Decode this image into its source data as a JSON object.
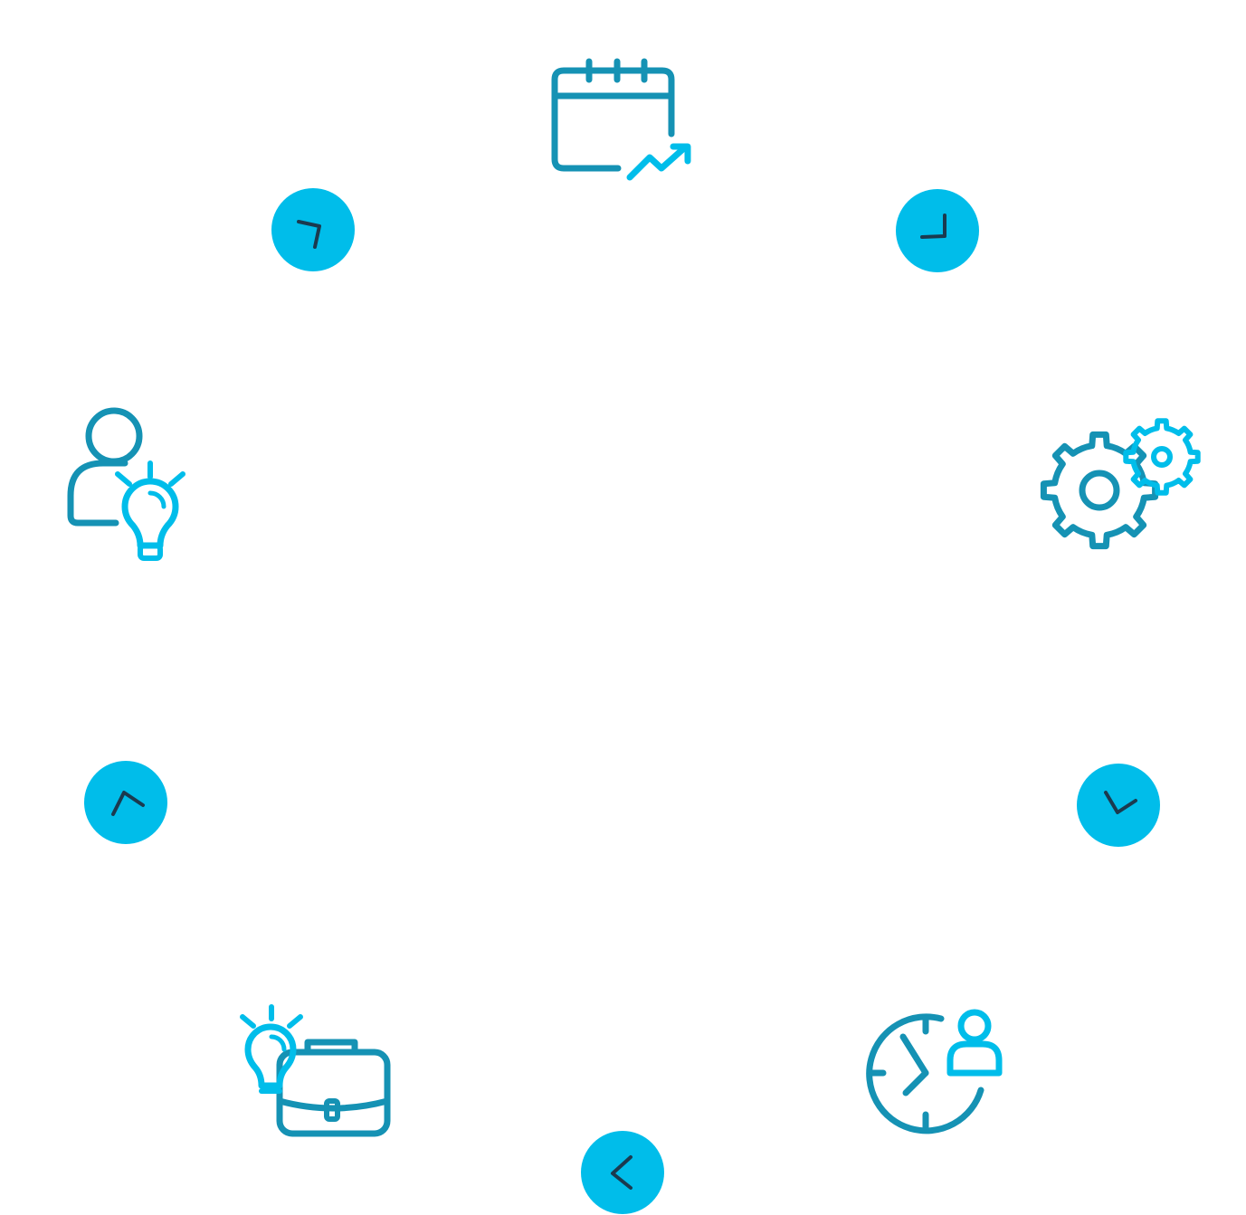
{
  "colors": {
    "primary_stroke": "#1592B4",
    "accent_stroke": "#00BDEA",
    "node_fill": "#00BDEA",
    "arrow_stroke": "#1B3A4F",
    "background": "#FFFFFF"
  },
  "diagram": {
    "type": "circular-process-cycle",
    "stages": [
      {
        "id": "planning",
        "icon": "calendar-growth-icon"
      },
      {
        "id": "operations",
        "icon": "gears-icon"
      },
      {
        "id": "time-management",
        "icon": "clock-user-icon"
      },
      {
        "id": "business-ideas",
        "icon": "briefcase-lightbulb-icon"
      },
      {
        "id": "innovation",
        "icon": "person-lightbulb-icon"
      }
    ],
    "connectors": [
      {
        "id": "top-right",
        "arrow": "chevron-icon"
      },
      {
        "id": "right",
        "arrow": "chevron-icon"
      },
      {
        "id": "bottom",
        "arrow": "chevron-icon"
      },
      {
        "id": "left",
        "arrow": "chevron-icon"
      },
      {
        "id": "top-left",
        "arrow": "chevron-icon"
      }
    ]
  }
}
